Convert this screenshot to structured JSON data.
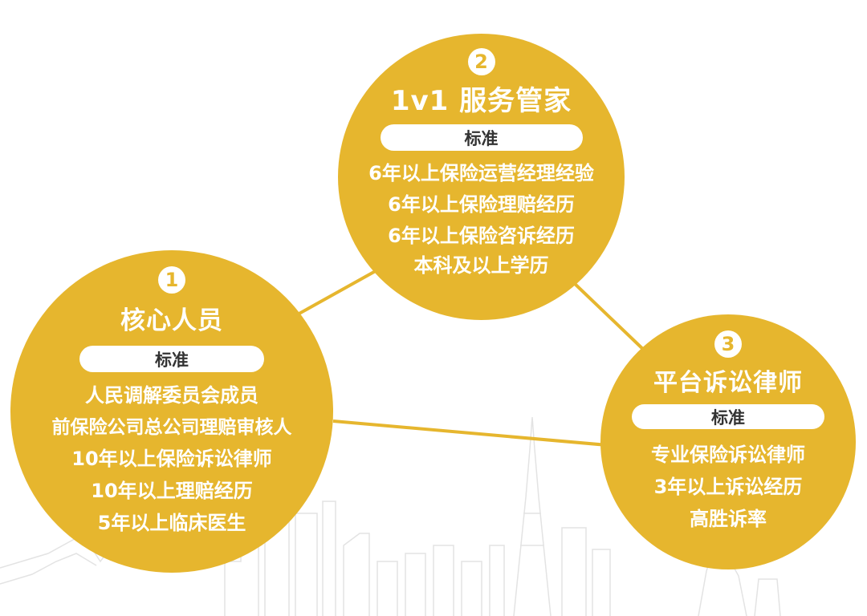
{
  "colors": {
    "gold": "#e6b62e",
    "skyline": "#e3e3e3",
    "pill_text": "#333333"
  },
  "nodes": [
    {
      "number": "1",
      "title": "核心人员",
      "tag": "标准",
      "items": [
        "人民调解委员会成员",
        "前保险公司总公司理赔审核人",
        "10年以上保险诉讼律师",
        "10年以上理赔经历",
        "5年以上临床医生"
      ]
    },
    {
      "number": "2",
      "title": "1v1 服务管家",
      "tag": "标准",
      "items": [
        "6年以上保险运营经理经验",
        "6年以上保险理赔经历",
        "6年以上保险咨诉经历",
        "本科及以上学历"
      ]
    },
    {
      "number": "3",
      "title": "平台诉讼律师",
      "tag": "标准",
      "items": [
        "专业保险诉讼律师",
        "3年以上诉讼经历",
        "高胜诉率"
      ]
    }
  ]
}
